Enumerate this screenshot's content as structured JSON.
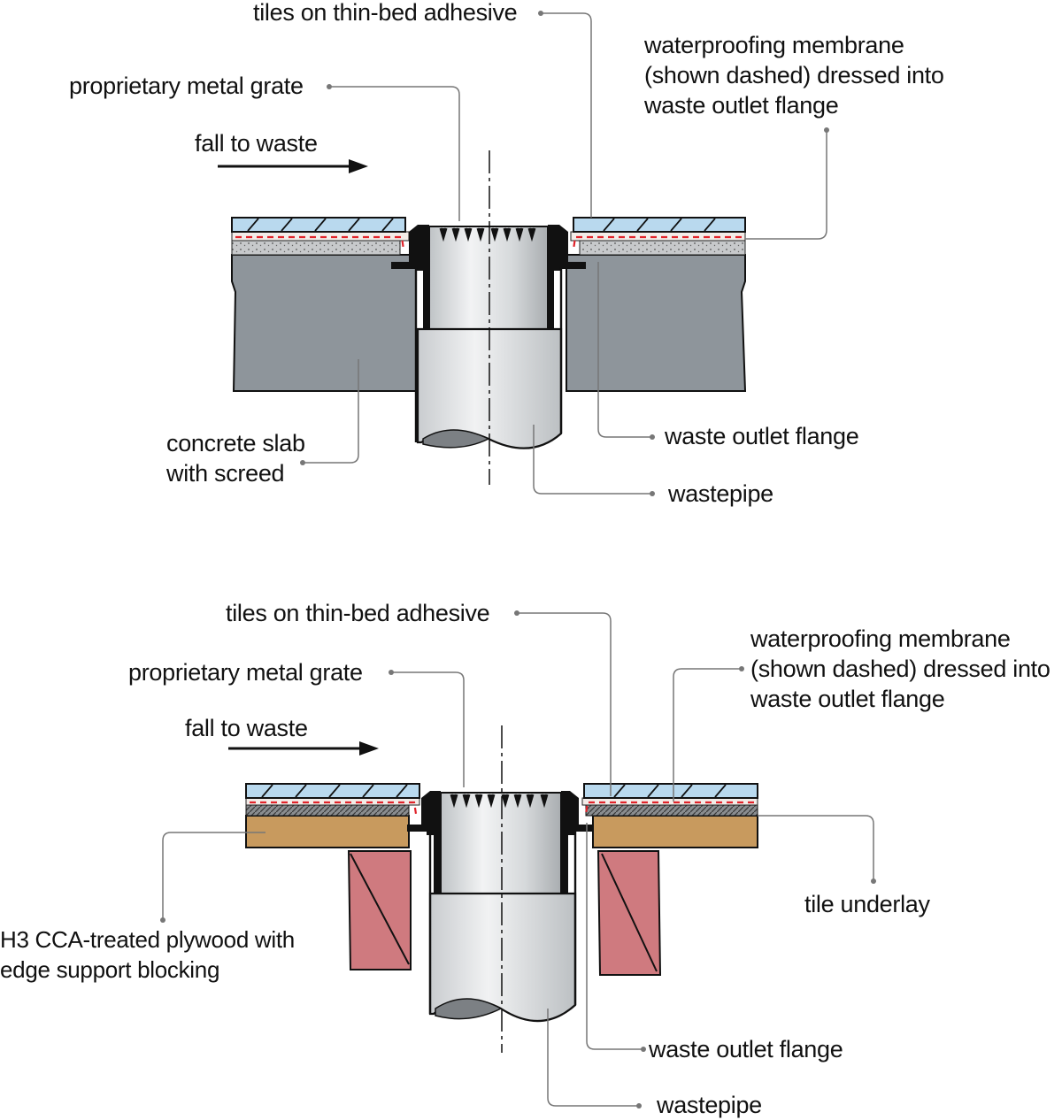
{
  "colors": {
    "concrete": "#8e959b",
    "screed": "#c9cbcd",
    "tile": "#b9d9ee",
    "membrane": "#e0242b",
    "plywood": "#c89a5e",
    "joist": "#cf7a7f",
    "leader": "#777777",
    "ink": "#111111"
  },
  "top": {
    "tiles_label": "tiles on thin-bed adhesive",
    "grate_label": "proprietary metal grate",
    "fall_label": "fall to waste",
    "membrane_lines": [
      "waterproofing membrane",
      "(shown dashed) dressed into",
      "waste outlet flange"
    ],
    "slab_lines": [
      "concrete slab",
      "with screed"
    ],
    "flange_label": "waste outlet flange",
    "pipe_label": "wastepipe"
  },
  "bottom": {
    "tiles_label": "tiles on thin-bed adhesive",
    "grate_label": "proprietary metal grate",
    "fall_label": "fall to waste",
    "membrane_lines": [
      "waterproofing membrane",
      "(shown dashed) dressed into",
      "waste outlet flange"
    ],
    "underlay_label": "tile underlay",
    "plywood_lines": [
      "H3 CCA-treated plywood with",
      "edge support blocking"
    ],
    "flange_label": "waste outlet flange",
    "pipe_label": "wastepipe"
  }
}
